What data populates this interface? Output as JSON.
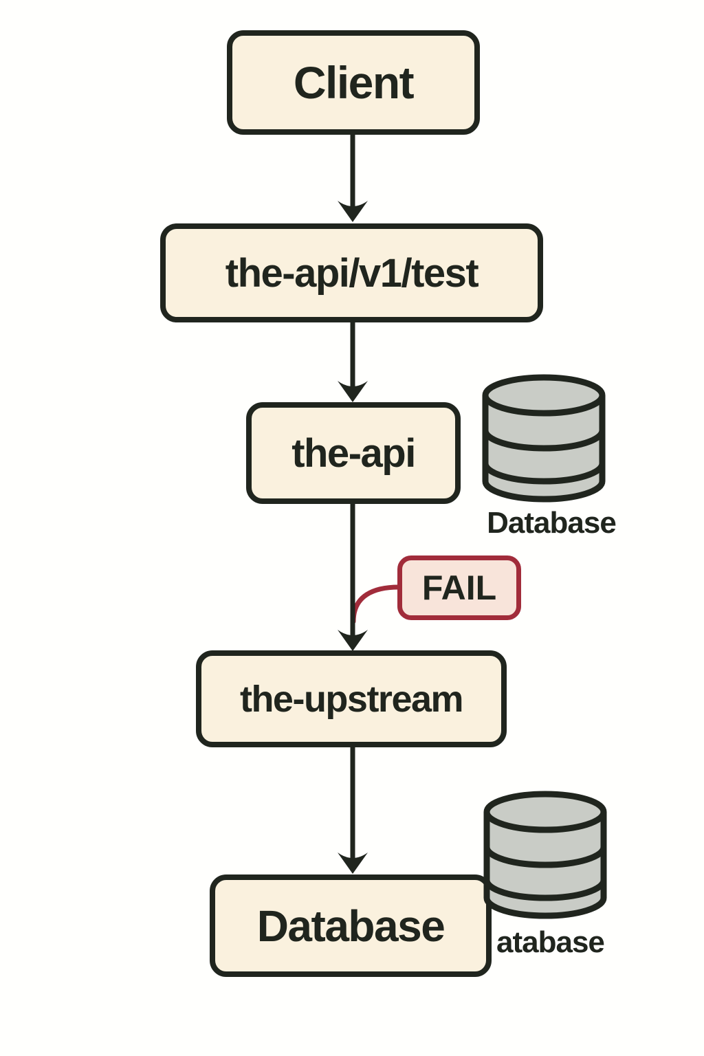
{
  "diagram": {
    "nodes": {
      "client": {
        "label": "Client"
      },
      "api_route": {
        "label": "the-api/v1/test"
      },
      "api": {
        "label": "the-api"
      },
      "upstream": {
        "label": "the-upstream"
      },
      "database": {
        "label": "Database"
      }
    },
    "annotations": {
      "fail": {
        "label": "FAIL"
      }
    },
    "icons": {
      "db1": {
        "name": "database-cylinder-icon",
        "label": "Database"
      },
      "db2": {
        "name": "database-cylinder-icon",
        "label": "atabase"
      }
    },
    "edges": [
      {
        "from": "client",
        "to": "api_route"
      },
      {
        "from": "api_route",
        "to": "api"
      },
      {
        "from": "api",
        "to": "upstream",
        "annotation": "FAIL"
      },
      {
        "from": "upstream",
        "to": "database"
      }
    ],
    "colors": {
      "background": "#fffffd",
      "node_fill": "#faf1de",
      "node_border": "#20251e",
      "text": "#20251e",
      "fail_fill": "#f8e4da",
      "fail_border": "#a12c3a",
      "cylinder_fill": "#c9ccc6",
      "arrow": "#20251e"
    }
  }
}
